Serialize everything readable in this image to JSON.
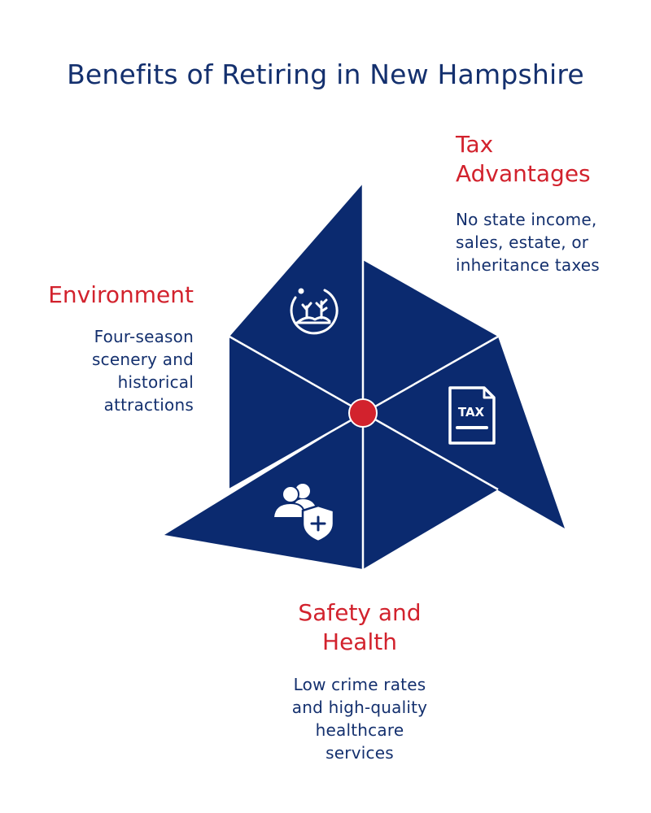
{
  "title": "Benefits of Retiring in New Hampshire",
  "colors": {
    "navy": "#0b2a6f",
    "red": "#d2222d",
    "text_navy": "#14306e",
    "white": "#ffffff"
  },
  "sections": {
    "tax": {
      "heading_line1": "Tax",
      "heading_line2": "Advantages",
      "desc_line1": "No state income,",
      "desc_line2": "sales, estate, or",
      "desc_line3": "inheritance taxes",
      "icon": "tax-document-icon",
      "icon_text": "TAX"
    },
    "environment": {
      "heading": "Environment",
      "desc_line1": "Four-season",
      "desc_line2": "scenery and",
      "desc_line3": "historical",
      "desc_line4": "attractions",
      "icon": "nature-landscape-icon"
    },
    "safety": {
      "heading_line1": "Safety and",
      "heading_line2": "Health",
      "desc_line1": "Low crime rates",
      "desc_line2": "and high-quality",
      "desc_line3": "healthcare",
      "desc_line4": "services",
      "icon": "people-shield-icon"
    }
  }
}
